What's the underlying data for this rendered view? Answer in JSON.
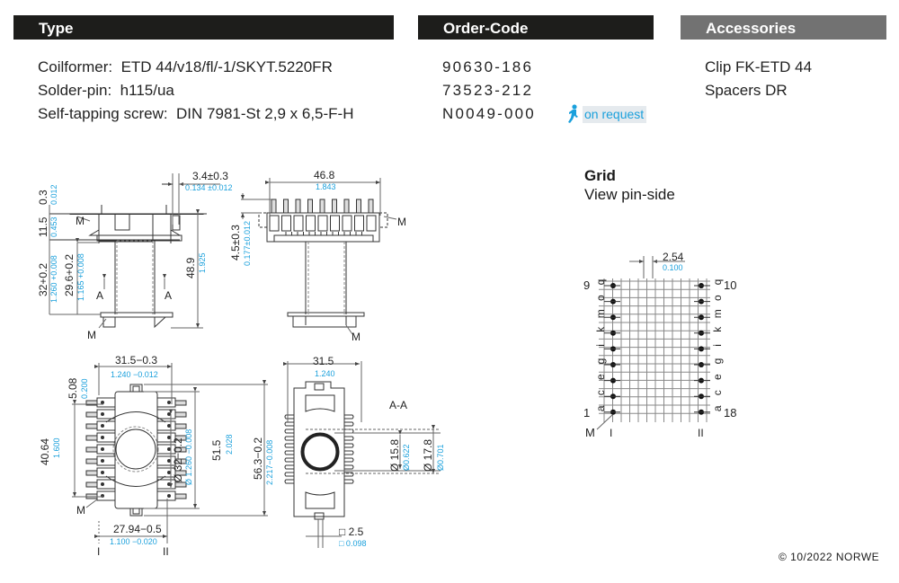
{
  "headers": {
    "type": "Type",
    "order_code": "Order-Code",
    "accessories": "Accessories"
  },
  "parts": [
    {
      "label": "Coilformer:",
      "value": "ETD 44/v18/fl/-1/SKYT.5220FR",
      "order_code": "90630-186"
    },
    {
      "label": "Solder-pin:",
      "value": "h115/ua",
      "order_code": "73523-212"
    },
    {
      "label": "Self-tapping screw:",
      "value": "DIN 7981-St 2,9 x 6,5-F-H",
      "order_code": "N0049-000"
    }
  ],
  "on_request": {
    "label": "on request",
    "icon": "running-person-icon",
    "color": "#1aa0dc"
  },
  "accessories": [
    "Clip FK-ETD 44",
    "Spacers DR"
  ],
  "colors": {
    "header_dark": "#1d1d1b",
    "header_gray": "#727272",
    "inch_dim": "#1aa0dc"
  },
  "drawings": {
    "side_view": {
      "dims": {
        "d_0_3": "0.3",
        "d_0_3_in": "0.012",
        "d_11_5": "11.5",
        "d_11_5_in": "0.453",
        "d_32": "32+0.2",
        "d_32_in": "1.260 +0.008",
        "d_29_6": "29.6+0.2",
        "d_29_6_in": "1.165 +0.008",
        "d_48_9": "48.9",
        "d_48_9_in": "1.925",
        "d_3_4": "3.4±0.3",
        "d_3_4_in": "0.134 ±0.012"
      },
      "section_mark": "A",
      "pin_mark": "M"
    },
    "front_view": {
      "dims": {
        "d_46_8": "46.8",
        "d_46_8_in": "1.843",
        "d_4_5": "4.5±0.3",
        "d_4_5_in": "0.177±0.012"
      },
      "pin_mark": "M"
    },
    "bottom_view": {
      "dims": {
        "d_31_5": "31.5−0.3",
        "d_31_5_in": "1.240 −0.012",
        "d_5_08": "5.08",
        "d_5_08_in": "0.200",
        "d_40_64": "40.64",
        "d_40_64_in": "1.600",
        "d_32": "Ø 32−0.2",
        "d_32_in": "Ø 1.260 −0.008",
        "d_51_5": "51.5",
        "d_51_5_in": "2.028",
        "d_56_3": "56.3−0.2",
        "d_56_3_in": "2.217−0.008",
        "d_27_94": "27.94−0.5",
        "d_27_94_in": "1.100 −0.020"
      },
      "row_I": "I",
      "row_II": "II",
      "pin_mark": "M"
    },
    "section_view": {
      "title": "A-A",
      "dims": {
        "d_31_5": "31.5",
        "d_31_5_in": "1.240",
        "d_15_8": "Ø 15.8",
        "d_15_8_in": "Ø0.622",
        "d_17_8": "Ø 17.8",
        "d_17_8_in": "Ø0.701",
        "d_2_5": "□ 2.5",
        "d_2_5_in": "□ 0.098"
      }
    }
  },
  "grid": {
    "title": "Grid",
    "subtitle": "View pin-side",
    "pitch": "2.54",
    "pitch_in": "0.100",
    "left_letters": [
      "q",
      "o",
      "m",
      "k",
      "i",
      "g",
      "e",
      "c",
      "a"
    ],
    "right_letters": [
      "q",
      "o",
      "m",
      "k",
      "i",
      "g",
      "e",
      "c",
      "a"
    ],
    "left_top_pin": "9",
    "left_bottom_pin": "1",
    "right_top_pin": "10",
    "right_bottom_pin": "18",
    "col_I": "I",
    "col_II": "II",
    "pin_mark": "M"
  },
  "copyright": "© 10/2022 NORWE"
}
